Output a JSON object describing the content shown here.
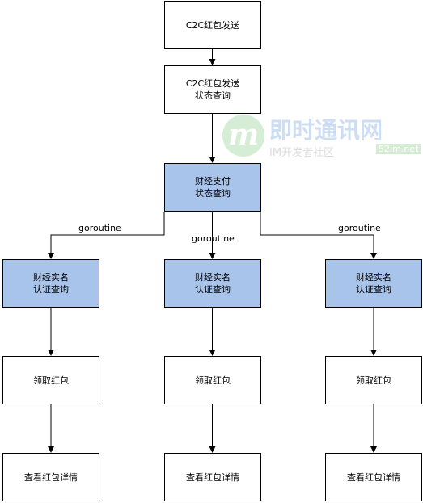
{
  "nodes": {
    "c2c_send": {
      "line1": "C2C红包发送",
      "line2": ""
    },
    "c2c_status": {
      "line1": "C2C红包发送",
      "line2": "状态查询"
    },
    "pay_status": {
      "line1": "财经支付",
      "line2": "状态查询"
    },
    "verify_left": {
      "line1": "财经实名",
      "line2": "认证查询"
    },
    "verify_mid": {
      "line1": "财经实名",
      "line2": "认证查询"
    },
    "verify_right": {
      "line1": "财经实名",
      "line2": "认证查询"
    },
    "receive_left": {
      "line1": "领取红包",
      "line2": ""
    },
    "receive_mid": {
      "line1": "领取红包",
      "line2": ""
    },
    "receive_right": {
      "line1": "领取红包",
      "line2": ""
    },
    "detail_left": {
      "line1": "查看红包详情",
      "line2": ""
    },
    "detail_mid": {
      "line1": "查看红包详情",
      "line2": ""
    },
    "detail_right": {
      "line1": "查看红包详情",
      "line2": ""
    }
  },
  "edge_labels": {
    "left": "goroutine",
    "mid": "goroutine",
    "right": "goroutine"
  },
  "watermark": {
    "logo": "m",
    "title": "即时通讯网",
    "subtitle": "IM开发者社区",
    "url": "52im.net"
  },
  "colors": {
    "highlight_fill": "#a9c4eb",
    "default_fill": "#ffffff",
    "stroke": "#000000"
  }
}
